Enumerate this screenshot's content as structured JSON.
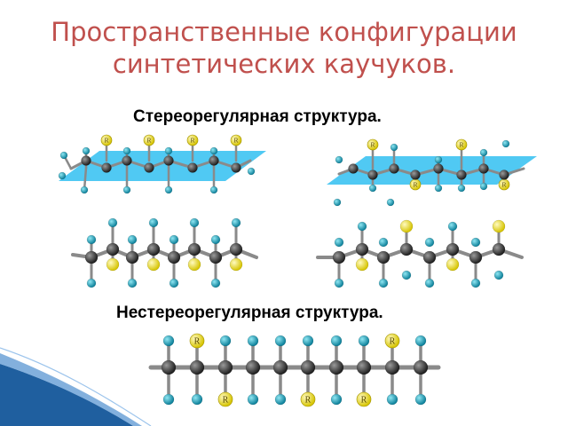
{
  "slide": {
    "title_line1": "Пространственные конфигурации",
    "title_line2": "синтетических каучуков.",
    "stereoregular_heading": "Стереорегулярная структура.",
    "nonstereoregular_heading": "Нестереорегулярная структура.",
    "substituent_label": "R"
  },
  "colors": {
    "title": "#c0504d",
    "plane": "#41c4f2",
    "carbon": "#3a3a3a",
    "hydrogen": "#1aa6c2",
    "substituent": "#f2e200",
    "decor_wave": "#1f5f9f"
  }
}
